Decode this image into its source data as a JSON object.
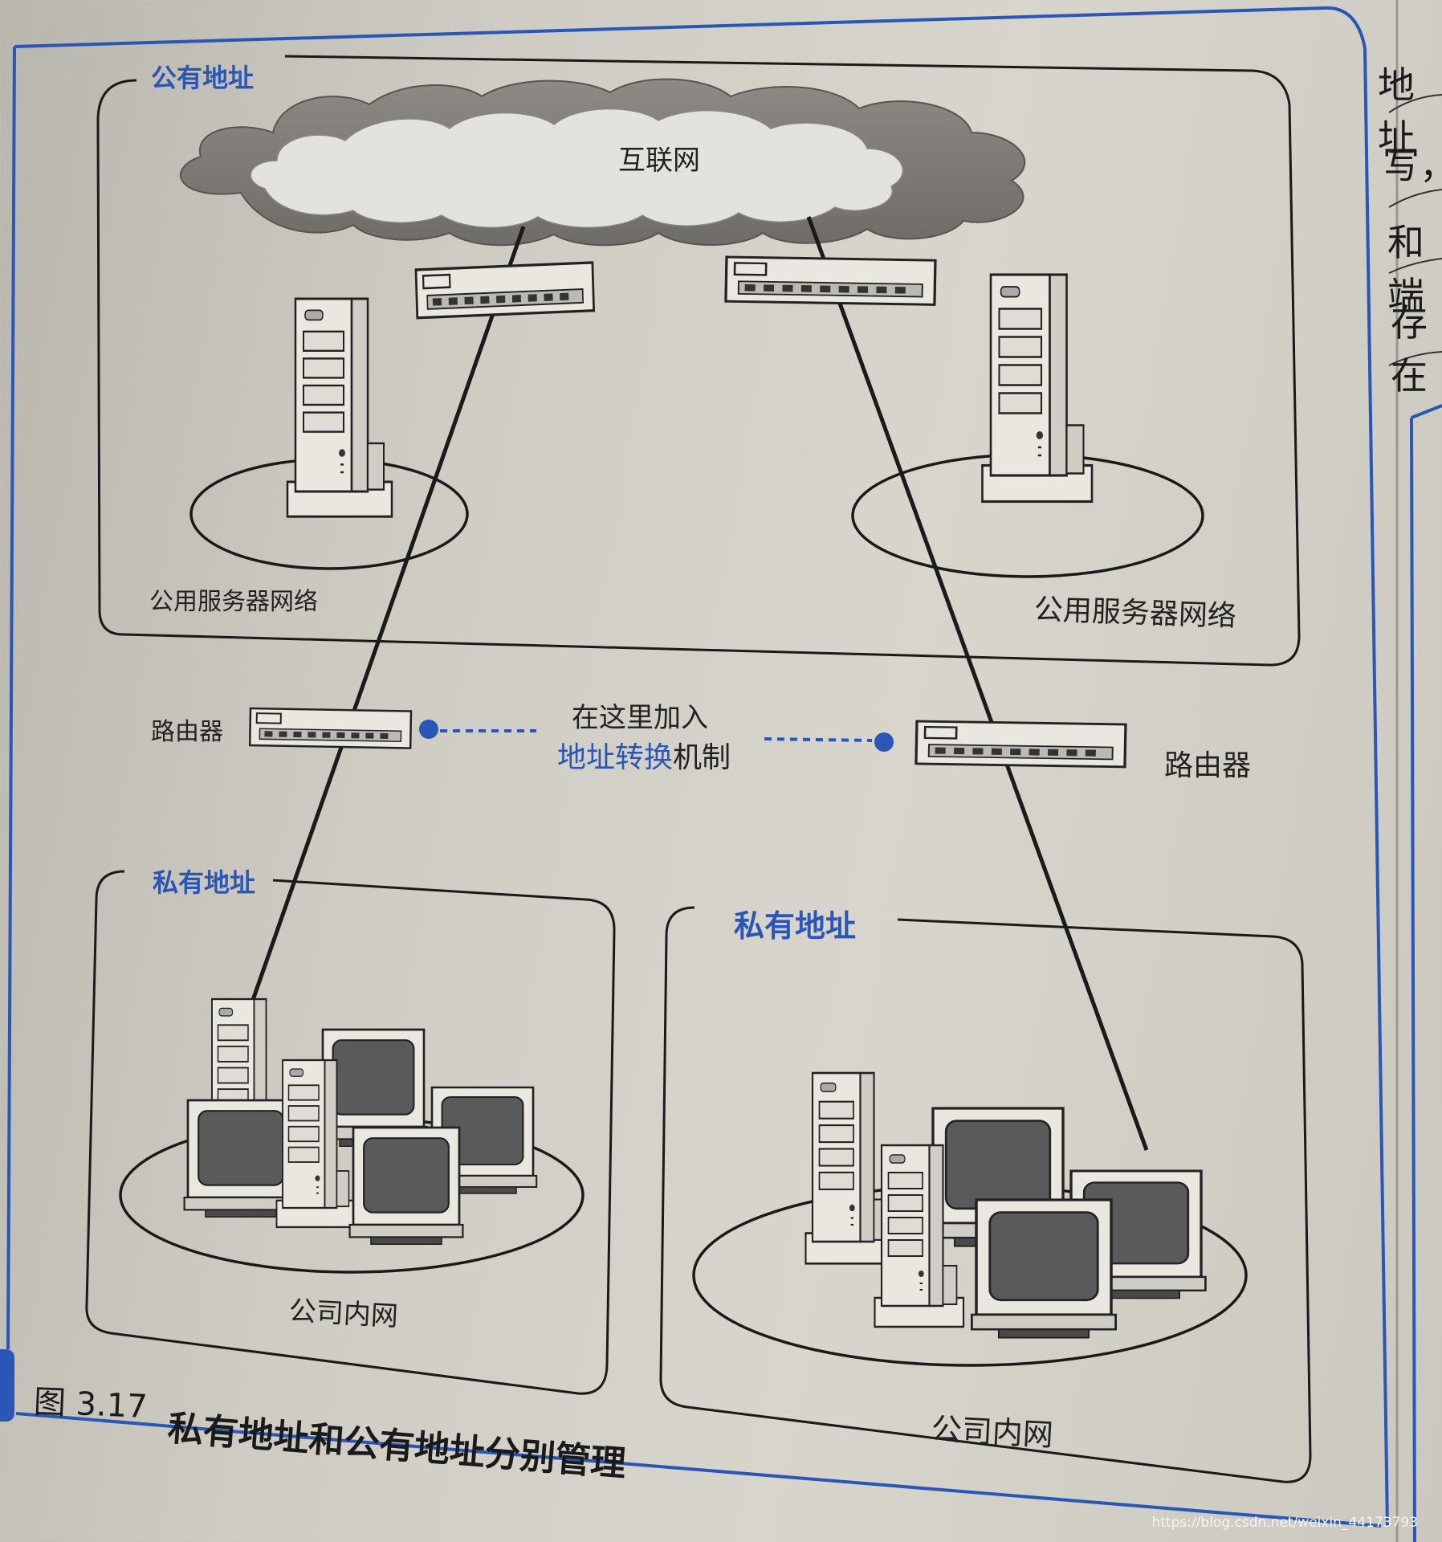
{
  "title_tag": "公有地址",
  "internet": "互联网",
  "public_network_left": "公用服务器网络",
  "public_network_right": "公用服务器网络",
  "router_left": "路由器",
  "router_right": "路由器",
  "note_line1": "在这里加入",
  "note_line2_blue": "地址转换",
  "note_line2_black": "机制",
  "private_left_tag": "私有地址",
  "private_right_tag": "私有地址",
  "intranet_left": "公司内网",
  "intranet_right": "公司内网",
  "figure_number": "图 3.17",
  "figure_caption": "私有地址和公有地址分别管理",
  "side_text": [
    "地址",
    "写，",
    "和端",
    "存在"
  ],
  "watermark": "https://blog.csdn.net/weixin_44173793",
  "colors": {
    "accent": "#2a56b8",
    "line": "#1a1a1a",
    "paper": "#d4d1c9",
    "device": "#e8e6df",
    "screen": "#5a5a5a"
  }
}
